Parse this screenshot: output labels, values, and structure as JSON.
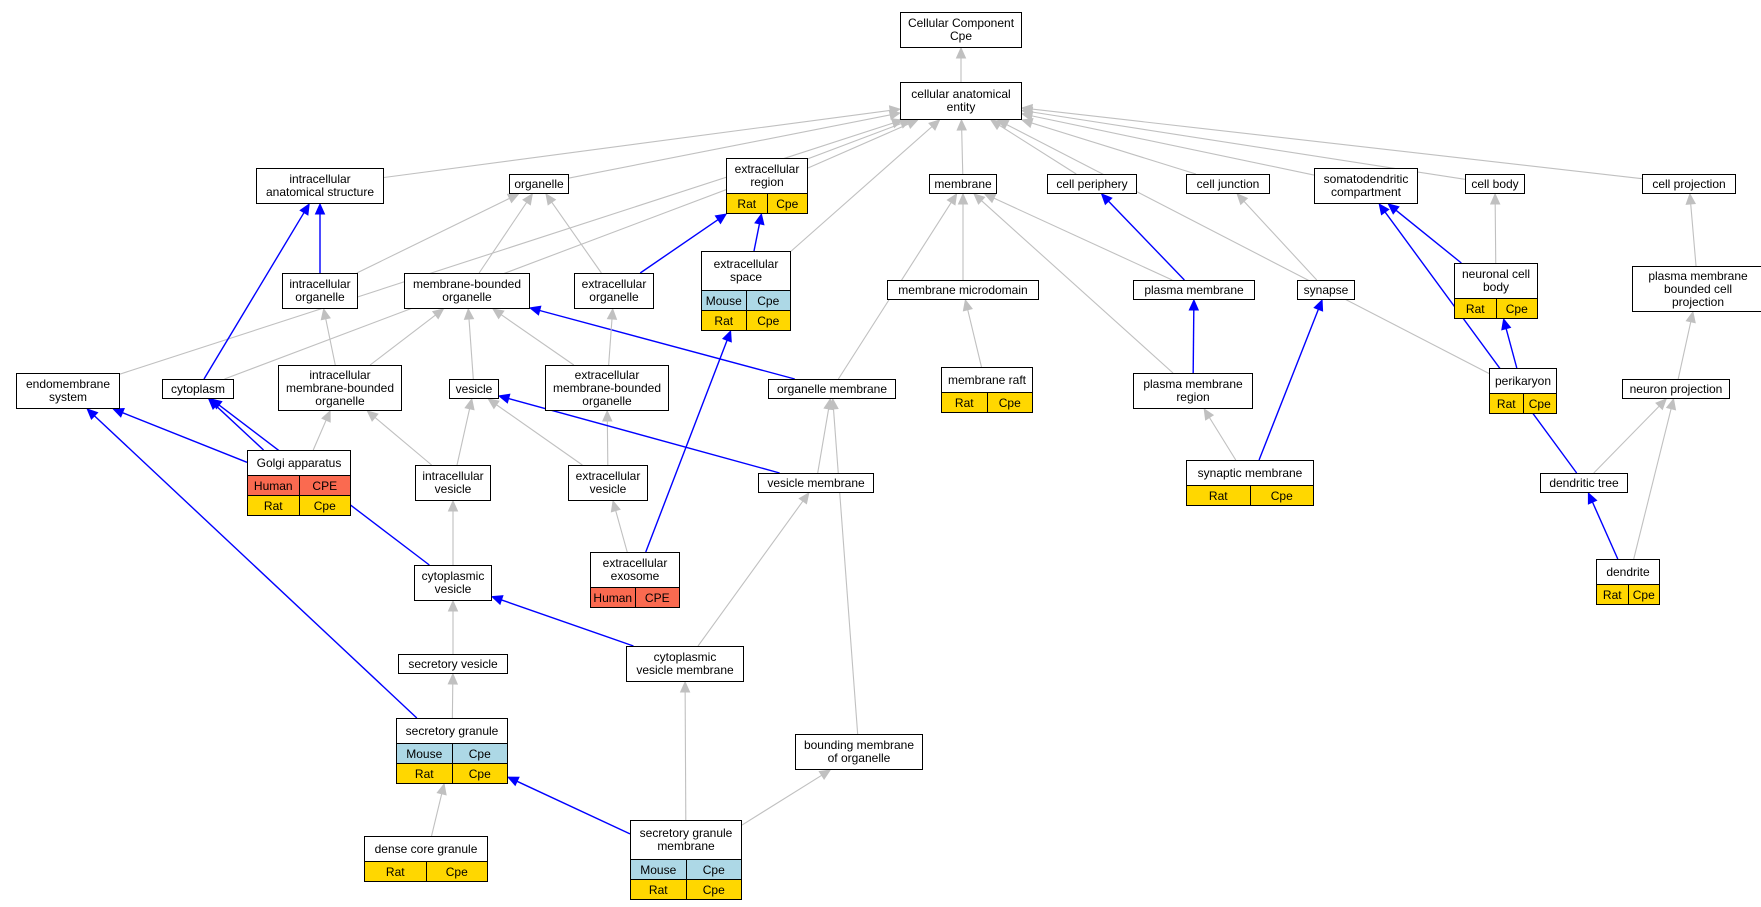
{
  "colors": {
    "Human": "#fa6a50",
    "Mouse": "#add8e6",
    "Rat": "#ffd700",
    "is_a_edge": "#c0c0c0",
    "part_of_edge": "#0000ff"
  },
  "nodes": [
    {
      "id": "cc",
      "label": "Cellular Component\nCpe"
    },
    {
      "id": "cae",
      "label": "cellular anatomical\nentity"
    },
    {
      "id": "ias",
      "label": "intracellular\nanatomical structure"
    },
    {
      "id": "org",
      "label": "organelle"
    },
    {
      "id": "er",
      "label": "extracellular\nregion",
      "rows": [
        [
          "Rat",
          "Cpe"
        ]
      ]
    },
    {
      "id": "mem",
      "label": "membrane"
    },
    {
      "id": "cp",
      "label": "cell periphery"
    },
    {
      "id": "cj",
      "label": "cell junction"
    },
    {
      "id": "sdc",
      "label": "somatodendritic\ncompartment"
    },
    {
      "id": "cb",
      "label": "cell body"
    },
    {
      "id": "cpr",
      "label": "cell projection"
    },
    {
      "id": "io",
      "label": "intracellular\norganelle"
    },
    {
      "id": "mbo",
      "label": "membrane-bounded\norganelle"
    },
    {
      "id": "eo",
      "label": "extracellular\norganelle"
    },
    {
      "id": "es",
      "label": "extracellular\nspace",
      "rows": [
        [
          "Mouse",
          "Cpe"
        ],
        [
          "Rat",
          "Cpe"
        ]
      ]
    },
    {
      "id": "mmd",
      "label": "membrane microdomain"
    },
    {
      "id": "pm",
      "label": "plasma membrane"
    },
    {
      "id": "syn",
      "label": "synapse"
    },
    {
      "id": "ncb",
      "label": "neuronal cell\nbody",
      "rows": [
        [
          "Rat",
          "Cpe"
        ]
      ]
    },
    {
      "id": "pmbcp",
      "label": "plasma membrane\nbounded cell\nprojection"
    },
    {
      "id": "ems",
      "label": "endomembrane\nsystem"
    },
    {
      "id": "cyt",
      "label": "cytoplasm"
    },
    {
      "id": "imbo",
      "label": "intracellular\nmembrane-bounded\norganelle"
    },
    {
      "id": "ves",
      "label": "vesicle"
    },
    {
      "id": "embo",
      "label": "extracellular\nmembrane-bounded\norganelle"
    },
    {
      "id": "om",
      "label": "organelle membrane"
    },
    {
      "id": "mr",
      "label": "membrane raft",
      "rows": [
        [
          "Rat",
          "Cpe"
        ]
      ]
    },
    {
      "id": "pmr",
      "label": "plasma membrane\nregion"
    },
    {
      "id": "pk",
      "label": "perikaryon",
      "rows": [
        [
          "Rat",
          "Cpe"
        ]
      ]
    },
    {
      "id": "np",
      "label": "neuron projection"
    },
    {
      "id": "ga",
      "label": "Golgi apparatus",
      "rows": [
        [
          "Human",
          "CPE"
        ],
        [
          "Rat",
          "Cpe"
        ]
      ]
    },
    {
      "id": "iv",
      "label": "intracellular\nvesicle"
    },
    {
      "id": "ev",
      "label": "extracellular\nvesicle"
    },
    {
      "id": "vm",
      "label": "vesicle membrane"
    },
    {
      "id": "sm",
      "label": "synaptic membrane",
      "rows": [
        [
          "Rat",
          "Cpe"
        ]
      ]
    },
    {
      "id": "dt",
      "label": "dendritic tree"
    },
    {
      "id": "exo",
      "label": "extracellular\nexosome",
      "rows": [
        [
          "Human",
          "CPE"
        ]
      ]
    },
    {
      "id": "den",
      "label": "dendrite",
      "rows": [
        [
          "Rat",
          "Cpe"
        ]
      ]
    },
    {
      "id": "cv",
      "label": "cytoplasmic\nvesicle"
    },
    {
      "id": "cvm",
      "label": "cytoplasmic\nvesicle membrane"
    },
    {
      "id": "sv",
      "label": "secretory vesicle"
    },
    {
      "id": "sg",
      "label": "secretory granule",
      "rows": [
        [
          "Mouse",
          "Cpe"
        ],
        [
          "Rat",
          "Cpe"
        ]
      ]
    },
    {
      "id": "bmo",
      "label": "bounding membrane\nof organelle"
    },
    {
      "id": "dcg",
      "label": "dense core granule",
      "rows": [
        [
          "Rat",
          "Cpe"
        ]
      ]
    },
    {
      "id": "sgm",
      "label": "secretory granule\nmembrane",
      "rows": [
        [
          "Mouse",
          "Cpe"
        ],
        [
          "Rat",
          "Cpe"
        ]
      ]
    }
  ],
  "edges": [
    [
      "cae",
      "cc",
      "is_a"
    ],
    [
      "ias",
      "cae",
      "is_a"
    ],
    [
      "org",
      "cae",
      "is_a"
    ],
    [
      "er",
      "cae",
      "is_a"
    ],
    [
      "mem",
      "cae",
      "is_a"
    ],
    [
      "cp",
      "cae",
      "is_a"
    ],
    [
      "cj",
      "cae",
      "is_a"
    ],
    [
      "sdc",
      "cae",
      "is_a"
    ],
    [
      "cb",
      "cae",
      "is_a"
    ],
    [
      "cpr",
      "cae",
      "is_a"
    ],
    [
      "ems",
      "cae",
      "is_a"
    ],
    [
      "cyt",
      "cae",
      "is_a"
    ],
    [
      "es",
      "cae",
      "is_a"
    ],
    [
      "pk",
      "cae",
      "is_a"
    ],
    [
      "io",
      "org",
      "is_a"
    ],
    [
      "mbo",
      "org",
      "is_a"
    ],
    [
      "eo",
      "org",
      "is_a"
    ],
    [
      "io",
      "ias",
      "part_of"
    ],
    [
      "cyt",
      "ias",
      "part_of"
    ],
    [
      "eo",
      "er",
      "part_of"
    ],
    [
      "es",
      "er",
      "part_of"
    ],
    [
      "mmd",
      "mem",
      "is_a"
    ],
    [
      "om",
      "mem",
      "is_a"
    ],
    [
      "pmr",
      "mem",
      "is_a"
    ],
    [
      "pm",
      "mem",
      "is_a"
    ],
    [
      "pm",
      "cp",
      "part_of"
    ],
    [
      "syn",
      "cj",
      "is_a"
    ],
    [
      "ncb",
      "sdc",
      "part_of"
    ],
    [
      "dt",
      "sdc",
      "part_of"
    ],
    [
      "ncb",
      "cb",
      "is_a"
    ],
    [
      "pmbcp",
      "cpr",
      "is_a"
    ],
    [
      "imbo",
      "io",
      "is_a"
    ],
    [
      "imbo",
      "mbo",
      "is_a"
    ],
    [
      "ves",
      "mbo",
      "is_a"
    ],
    [
      "embo",
      "mbo",
      "is_a"
    ],
    [
      "om",
      "mbo",
      "part_of"
    ],
    [
      "embo",
      "eo",
      "is_a"
    ],
    [
      "exo",
      "es",
      "part_of"
    ],
    [
      "mr",
      "mmd",
      "is_a"
    ],
    [
      "pmr",
      "pm",
      "part_of"
    ],
    [
      "sm",
      "syn",
      "part_of"
    ],
    [
      "pk",
      "ncb",
      "part_of"
    ],
    [
      "np",
      "pmbcp",
      "is_a"
    ],
    [
      "ga",
      "ems",
      "part_of"
    ],
    [
      "ga",
      "cyt",
      "part_of"
    ],
    [
      "ga",
      "imbo",
      "is_a"
    ],
    [
      "iv",
      "imbo",
      "is_a"
    ],
    [
      "iv",
      "ves",
      "is_a"
    ],
    [
      "ev",
      "ves",
      "is_a"
    ],
    [
      "ev",
      "embo",
      "is_a"
    ],
    [
      "vm",
      "ves",
      "part_of"
    ],
    [
      "vm",
      "om",
      "is_a"
    ],
    [
      "bmo",
      "om",
      "is_a"
    ],
    [
      "sm",
      "pmr",
      "is_a"
    ],
    [
      "dt",
      "np",
      "is_a"
    ],
    [
      "den",
      "np",
      "is_a"
    ],
    [
      "den",
      "dt",
      "part_of"
    ],
    [
      "exo",
      "ev",
      "is_a"
    ],
    [
      "cv",
      "iv",
      "is_a"
    ],
    [
      "cv",
      "cyt",
      "part_of"
    ],
    [
      "cvm",
      "cv",
      "part_of"
    ],
    [
      "cvm",
      "vm",
      "is_a"
    ],
    [
      "sv",
      "cv",
      "is_a"
    ],
    [
      "sg",
      "sv",
      "is_a"
    ],
    [
      "sg",
      "ems",
      "part_of"
    ],
    [
      "dcg",
      "sg",
      "is_a"
    ],
    [
      "sgm",
      "sg",
      "part_of"
    ],
    [
      "sgm",
      "cvm",
      "is_a"
    ],
    [
      "sgm",
      "bmo",
      "is_a"
    ]
  ]
}
